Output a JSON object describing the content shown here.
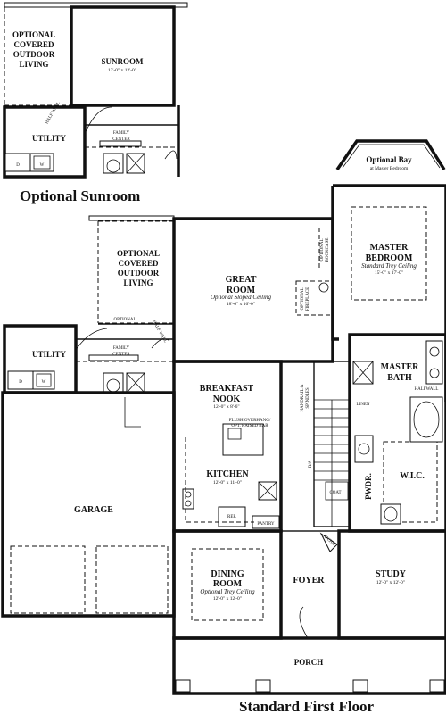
{
  "titles": {
    "optional_sunroom": "Optional Sunroom",
    "standard_first_floor": "Standard First Floor"
  },
  "sunroom_plan": {
    "outdoor_living": [
      "OPTIONAL",
      "COVERED",
      "OUTDOOR",
      "LIVING"
    ],
    "sunroom": "SUNROOM",
    "sunroom_dim": "12'-0\" x 12'-0\"",
    "half_wall": "HALF WALL",
    "utility": "UTILITY",
    "family_center": [
      "FAMILY",
      "CENTER"
    ],
    "dryer": "D",
    "washer": "W"
  },
  "first_floor": {
    "optional_bay": "Optional Bay",
    "optional_bay_sub": "at Master Bedroom",
    "outdoor_living": [
      "OPTIONAL",
      "COVERED",
      "OUTDOOR",
      "LIVING"
    ],
    "great_room": [
      "GREAT",
      "ROOM"
    ],
    "great_room_sub": "Optional Sloped Ceiling",
    "great_room_dim": "18'-6\" x 16'-0\"",
    "master_bedroom": [
      "MASTER",
      "BEDROOM"
    ],
    "master_bedroom_sub": "Standard Trey Ceiling",
    "master_bedroom_dim": "15'-0\" x 17'-0\"",
    "optional_fireplace": [
      "OPTIONAL",
      "FIREPLACE"
    ],
    "optional_bookcase": [
      "OPTIONAL",
      "BOOKCASE"
    ],
    "optional": "OPTIONAL",
    "half_wall": "HALF WALL",
    "utility": "UTILITY",
    "family_center": [
      "FAMILY",
      "CENTER"
    ],
    "dryer": "D",
    "washer": "W",
    "breakfast_nook": [
      "BREAKFAST",
      "NOOK"
    ],
    "breakfast_nook_dim": "12'-0\" x 8'-6\"",
    "handrail": [
      "HANDRAIL &",
      "SPINDLES"
    ],
    "master_bath": [
      "MASTER",
      "BATH"
    ],
    "halfwall": "HALFWALL",
    "linen": "LINEN",
    "flush_overhang": [
      "FLUSH OVERHANG/",
      "OPT. RAISED BAR"
    ],
    "kitchen": "KITCHEN",
    "kitchen_dim": "12'-0\" x 11'-0\"",
    "ra": "R/A",
    "coat": "COAT",
    "pwdr": "PWDR.",
    "wic": "W.I.C.",
    "ref": "REF.",
    "pantry": "PANTRY",
    "garage": "GARAGE",
    "dining_room": [
      "DINING",
      "ROOM"
    ],
    "dining_room_sub": "Optional Trey Ceiling",
    "dining_room_dim": "12'-0\" x 12'-0\"",
    "foyer": "FOYER",
    "study": "STUDY",
    "study_dim": "12'-0\" x 12'-0\"",
    "niche": "NICHE",
    "porch": "PORCH"
  }
}
